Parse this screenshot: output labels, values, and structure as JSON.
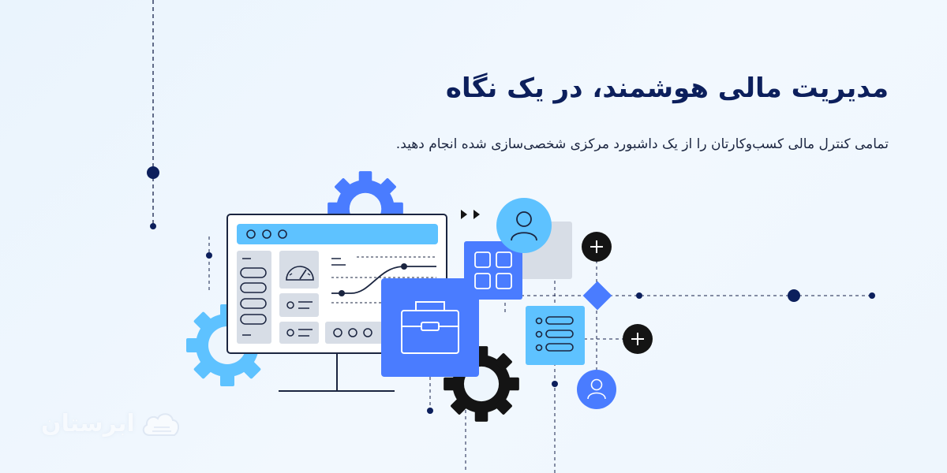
{
  "header": {
    "title": "مدیریت مالی هوشمند، در یک نگاه",
    "subtitle": "تمامی کنترل مالی کسب‌وکارتان را از یک داشبورد مرکزی شخصی‌سازی شده انجام دهید."
  },
  "logo": {
    "text": "ابرستان",
    "icon": "cloud-icon"
  },
  "colors": {
    "navy": "#0c1f5c",
    "primary_blue": "#4a7cff",
    "sky_blue": "#5ec2ff",
    "dark": "#141414",
    "panel_gray": "#d7dde6",
    "background": "#eef6fd"
  },
  "illustration": {
    "icons": [
      "gear-icon",
      "monitor-icon",
      "speedometer-icon",
      "line-chart-icon",
      "briefcase-icon",
      "grid-icon",
      "user-icon",
      "list-icon",
      "plus-icon",
      "diamond-icon",
      "play-arrows-icon"
    ]
  }
}
